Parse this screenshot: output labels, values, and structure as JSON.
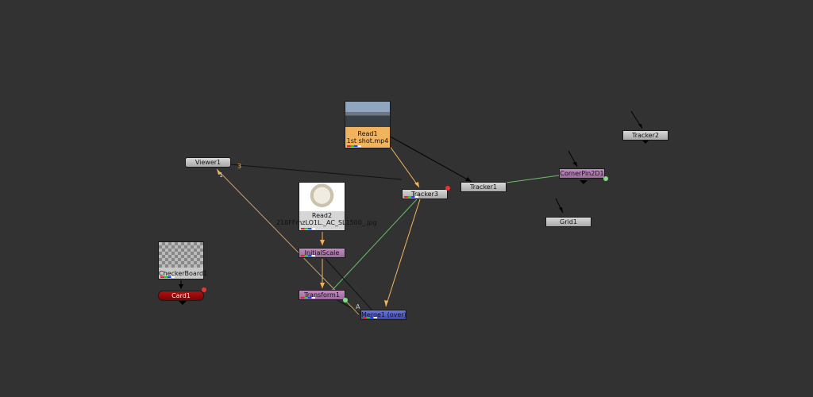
{
  "nodes": {
    "read1": {
      "name": "Read1",
      "file": "1st shot.mp4"
    },
    "read2": {
      "name": "Read2",
      "file": "218FFmzLO1L._AC_SL1500_.jpg"
    },
    "viewer1": {
      "name": "Viewer1"
    },
    "tracker1": {
      "name": "Tracker1"
    },
    "tracker2": {
      "name": "Tracker2"
    },
    "tracker3": {
      "name": "Tracker3"
    },
    "cornerpin": {
      "name": "CornerPin2D1"
    },
    "grid1": {
      "name": "Grid1"
    },
    "initialscale": {
      "name": "InitialScale"
    },
    "transform1": {
      "name": "Transform1"
    },
    "merge1": {
      "name": "Merge1 (over)"
    },
    "checkerboard": {
      "name": "CheckerBoard1"
    },
    "card1": {
      "name": "Card1"
    }
  },
  "edge_labels": {
    "viewer_in_1": "1",
    "viewer_in_3": "3",
    "merge_a": "A"
  },
  "colors": {
    "background": "#323232",
    "wire_orange": "#f2b35e",
    "wire_green": "#6bbf6b",
    "wire_black": "#000000"
  }
}
